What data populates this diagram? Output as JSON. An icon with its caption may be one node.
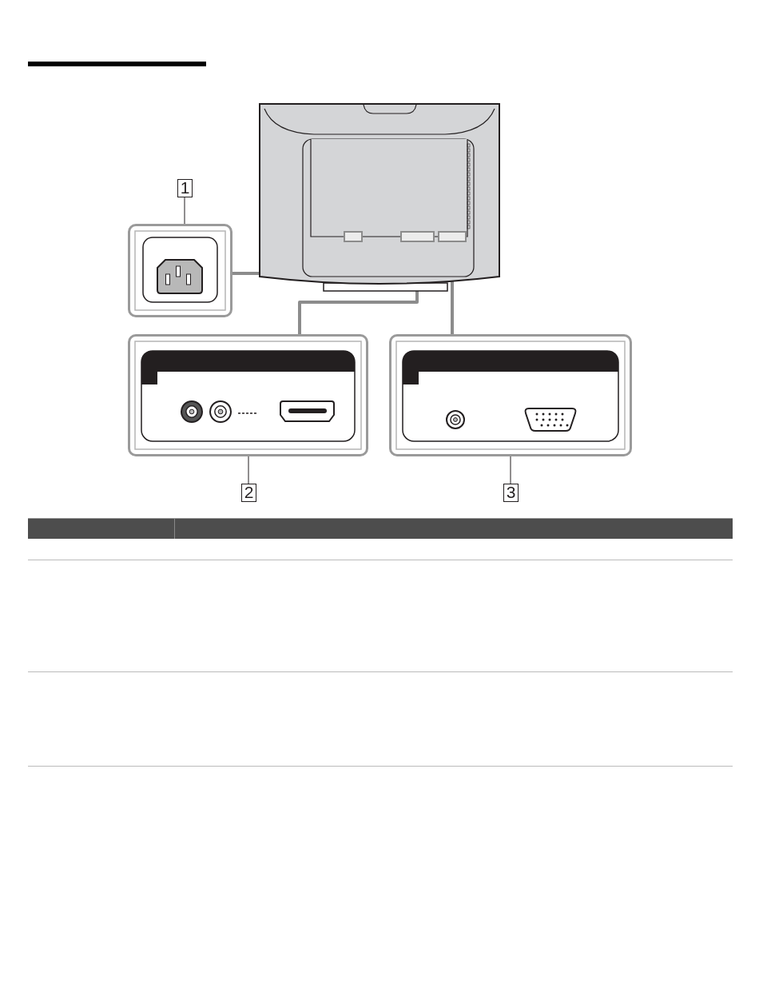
{
  "diagram": {
    "nodes": [
      {
        "text": [
          "1"
        ]
      },
      {
        "text": [],
        "shape": "box"
      },
      {
        "text": [],
        "shape": "picture"
      },
      {
        "text": [],
        "shape": "box",
        "in": 2
      },
      {
        "text": [],
        "shape": "box",
        "in": 2
      },
      {
        "text": [],
        "shape": "box",
        "in": 2
      },
      {
        "text": [],
        "shape": "box"
      },
      {
        "text": [],
        "shape": "box"
      },
      {
        "text": [
          "2"
        ]
      },
      {
        "text": [
          "3"
        ]
      }
    ],
    "edges": [
      {
        "from": 0,
        "to": 1,
        "arrow": "none"
      },
      {
        "from": 3,
        "to": 1,
        "arrow": "none",
        "style": "thick",
        "color": "#8c8c8c"
      },
      {
        "from": 4,
        "to": 6,
        "arrow": "none",
        "style": "thick",
        "color": "#8c8c8c"
      },
      {
        "from": 5,
        "to": 7,
        "arrow": "none",
        "style": "thick",
        "color": "#8c8c8c"
      },
      {
        "from": 8,
        "to": 6,
        "arrow": "none"
      },
      {
        "from": 9,
        "to": 7,
        "arrow": "none"
      }
    ]
  }
}
